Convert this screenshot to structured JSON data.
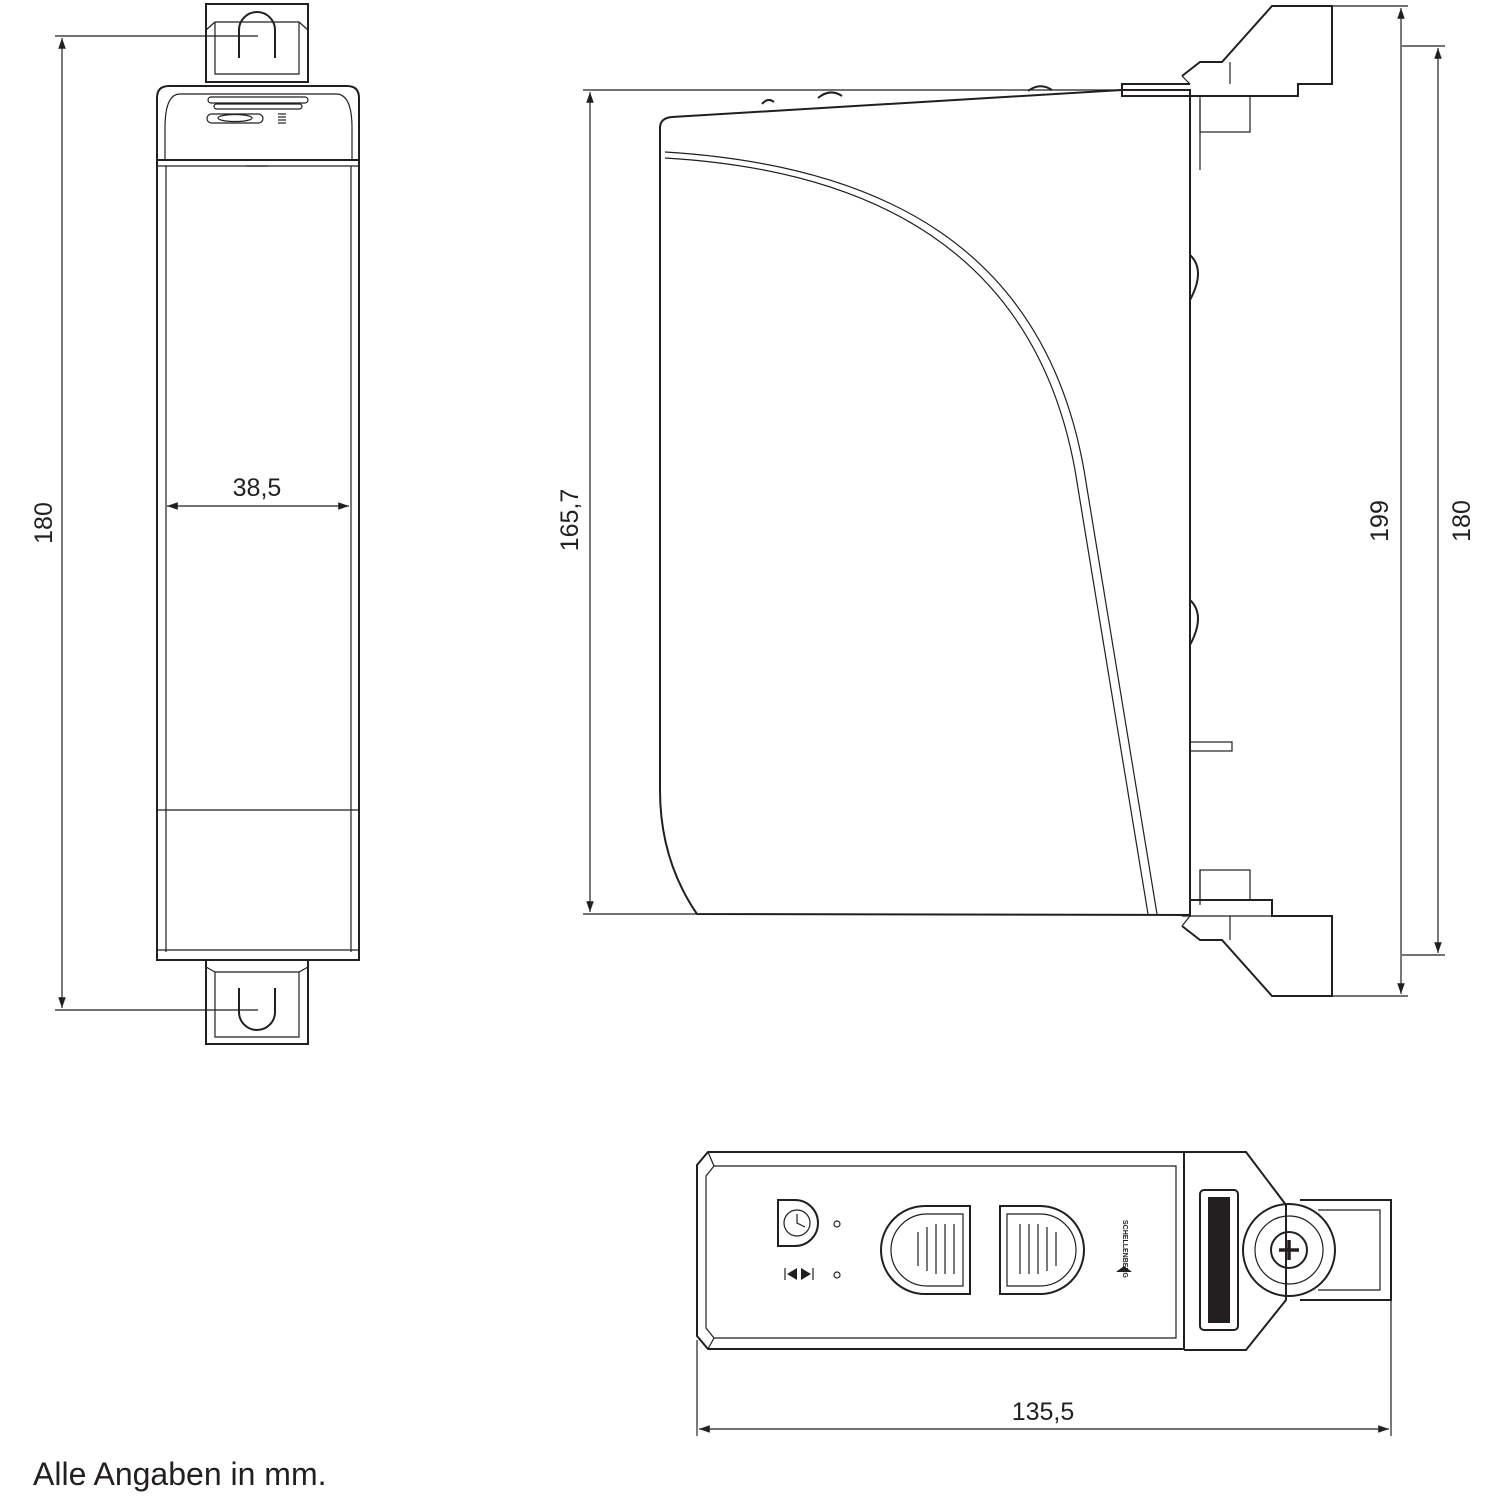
{
  "dimensions": {
    "front_height": "180",
    "front_width": "38,5",
    "side_height": "165,7",
    "side_height_with_brackets": "199",
    "side_bracket_spacing": "180",
    "top_length": "135,5"
  },
  "device": {
    "brand_text": "SCHELLENBERG"
  },
  "footnote": "Alle Angaben in mm."
}
